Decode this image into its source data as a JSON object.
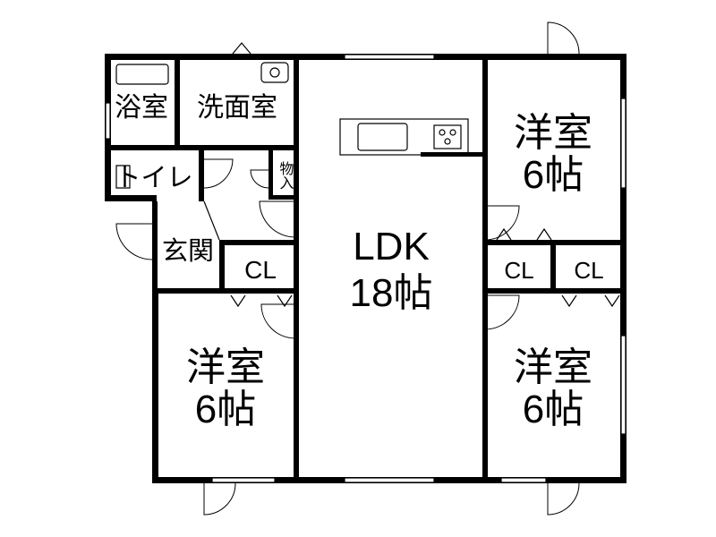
{
  "rooms": {
    "bath": "浴室",
    "washroom": "洗面室",
    "toilet": "トイレ",
    "storage": "物入",
    "entrance": "玄関",
    "closet_left": "CL",
    "ldk_name": "LDK",
    "ldk_size": "18帖",
    "western_top_right_name": "洋室",
    "western_top_right_size": "6帖",
    "closet_mid_a": "CL",
    "closet_mid_b": "CL",
    "western_bottom_left_name": "洋室",
    "western_bottom_left_size": "6帖",
    "western_bottom_right_name": "洋室",
    "western_bottom_right_size": "6帖"
  }
}
